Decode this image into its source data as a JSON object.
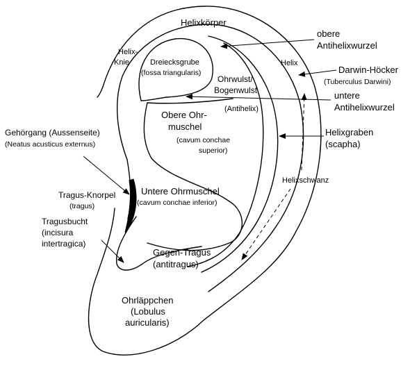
{
  "colors": {
    "line": "#000000",
    "background": "#ffffff"
  },
  "labels": {
    "helixkoerper": "Helixkörper",
    "helix_knie_1": "Helix-",
    "helix_knie_2": "Knie",
    "dreiecksgrube_1": "Dreiecksgrube",
    "dreiecksgrube_2": "(fossa triangularis)",
    "ohrwulst_1": "Ohrwulst/",
    "ohrwulst_2": "Bogenwulst",
    "antihelix": "(Antihelix)",
    "helix": "Helix",
    "obere_root_1": "obere",
    "obere_root_2": "Antihelixwurzel",
    "darwin_1": "Darwin-Höcker",
    "darwin_2": "(Tuberculus Darwini)",
    "untere_root_1": "untere",
    "untere_root_2": "Antihelixwurzel",
    "obere_muschel_1": "Obere Ohr-",
    "obere_muschel_2": "muschel",
    "obere_muschel_3": "(cavum conchae",
    "obere_muschel_4": "superior)",
    "gehoergang_1": "Gehörgang (Aussenseite)",
    "gehoergang_2": "(Neatus acusticus externus)",
    "helixgraben_1": "Helixgraben",
    "helixgraben_2": "(scapha)",
    "helixschwanz": "Helixschwanz",
    "tragus_1": "Tragus-Knorpel",
    "tragus_2": "(tragus)",
    "untere_muschel_1": "Untere Ohrmuschel",
    "untere_muschel_2": "(cavum conchae inferior)",
    "tragusbucht_1": "Tragusbucht",
    "tragusbucht_2": "(incisura",
    "tragusbucht_3": "intertragica)",
    "gegen_tragus_1": "Gegen-Tragus",
    "gegen_tragus_2": "(antitragus)",
    "ohrlaeppchen_1": "Ohrläppchen",
    "ohrlaeppchen_2": "(Lobulus",
    "ohrlaeppchen_3": "auricularis)"
  }
}
